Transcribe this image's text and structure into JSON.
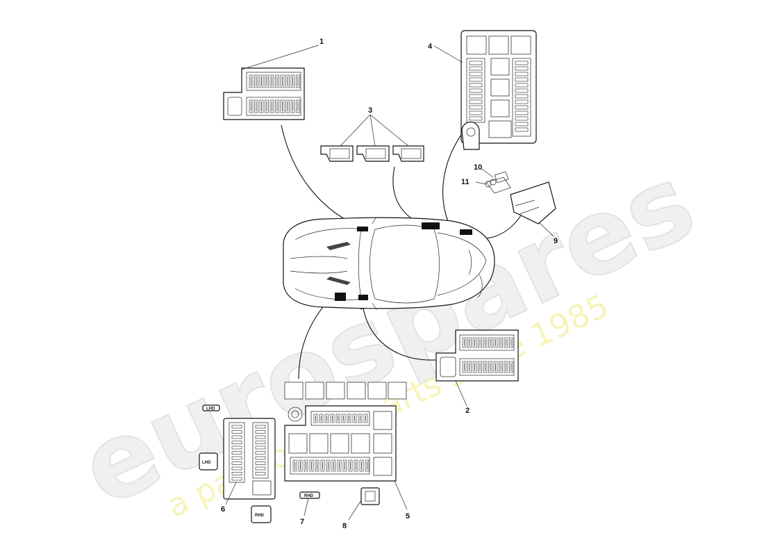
{
  "watermark": {
    "brand": "eurospares",
    "tagline": "a passion for parts since 1985",
    "tag_color": "#f3f0a4"
  },
  "callouts": [
    "1",
    "2",
    "3",
    "4",
    "5",
    "6",
    "7",
    "8",
    "9",
    "10",
    "11"
  ],
  "tags": {
    "lhd_small": "LHD",
    "lhd_box": "LHD",
    "rhd_box": "RHD",
    "rhd_small": "RHD"
  }
}
